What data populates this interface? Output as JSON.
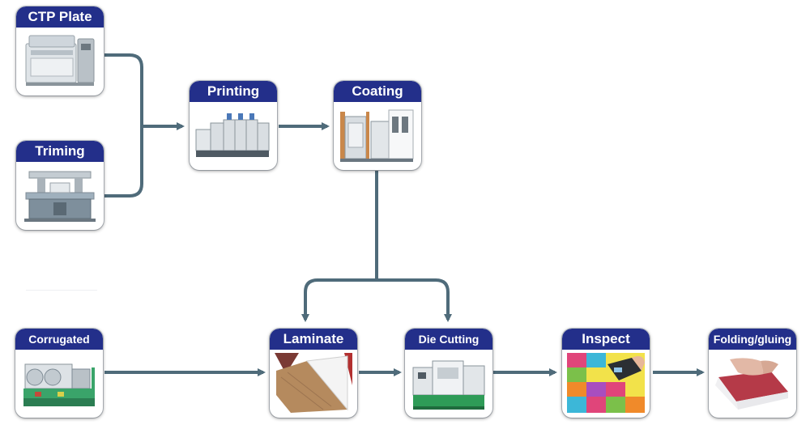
{
  "steps": {
    "ctp_plate": "CTP Plate",
    "triming": "Triming",
    "printing": "Printing",
    "coating": "Coating",
    "corrugated": "Corrugated",
    "laminate": "Laminate",
    "die_cutting": "Die Cutting",
    "inspect": "Inspect",
    "folding_gluing": "Folding/gluing"
  },
  "colors": {
    "label_background": "#232f8a",
    "label_text": "#ffffff",
    "connector": "#4f6b7a"
  }
}
